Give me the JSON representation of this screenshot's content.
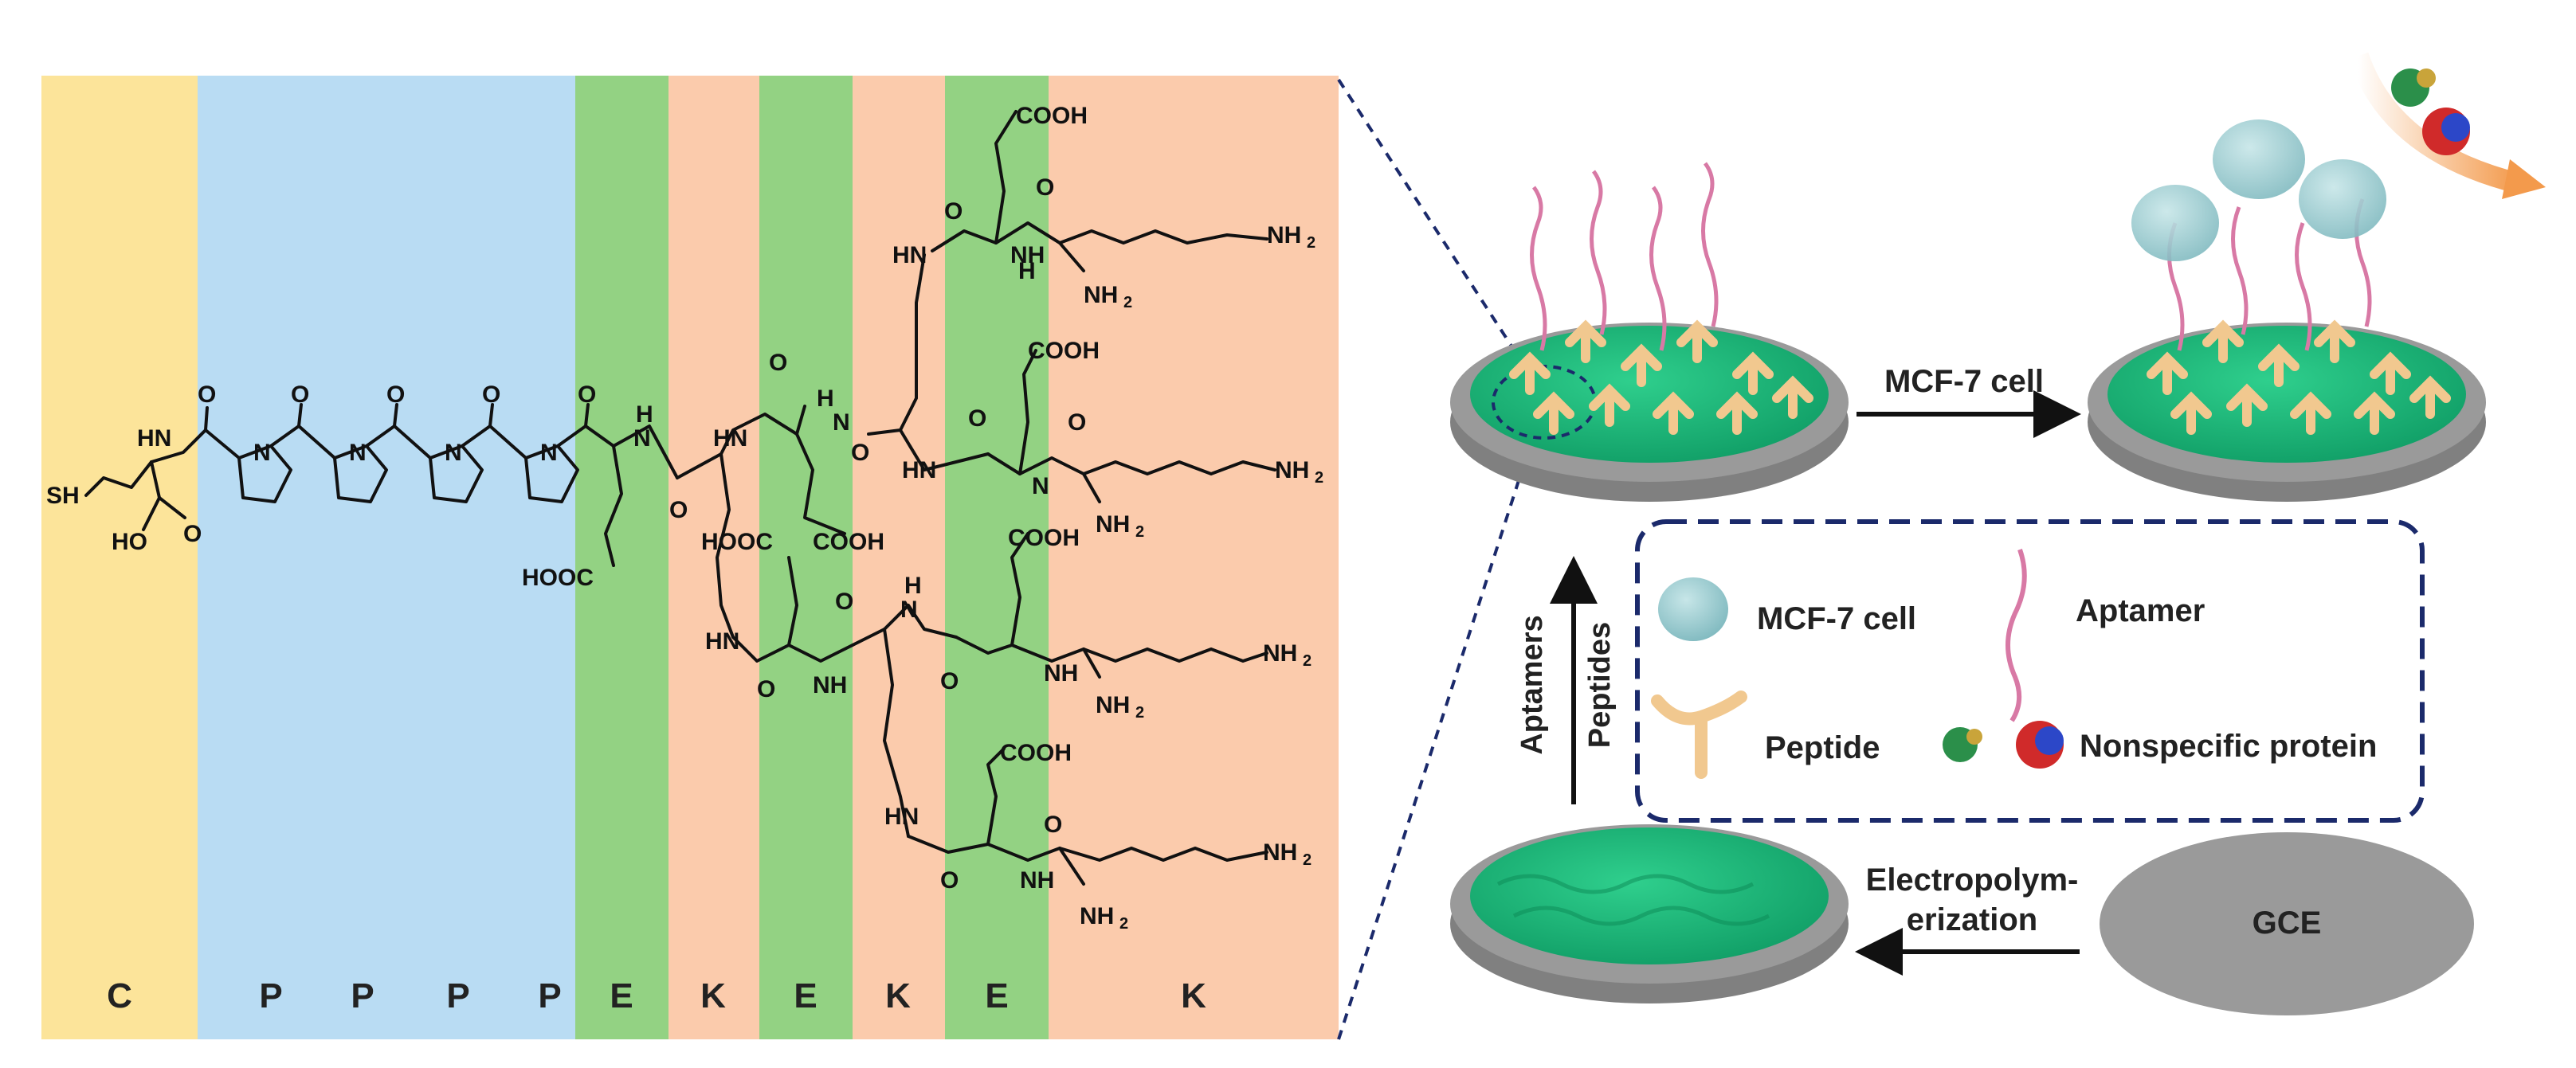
{
  "peptide_panel": {
    "residues": [
      "C",
      "P",
      "P",
      "P",
      "P",
      "E",
      "K",
      "E",
      "K",
      "E",
      "K"
    ],
    "colors": {
      "C": "#fce49a",
      "P": "#b9dcf3",
      "E": "#93d283",
      "K": "#fbcbac"
    },
    "groups": {
      "sh": "SH",
      "ho": "HO",
      "hn": "HN",
      "nh": "NH",
      "h": "H",
      "n": "N",
      "o": "O",
      "cooh": "COOH",
      "hooc": "HOOC",
      "nh2": "NH",
      "sub2": "2"
    }
  },
  "scheme": {
    "arrow_top": "MCF-7 cell",
    "arrow_bottom_line1": "Electropolym-",
    "arrow_bottom_line2": "erization",
    "arrow_left_a": "Aptamers",
    "arrow_left_b": "Peptides",
    "gce_label": "GCE"
  },
  "legend": {
    "items": [
      "MCF-7 cell",
      "Aptamer",
      "Peptide",
      "Nonspecific protein"
    ]
  },
  "colors": {
    "electrode_green": "#19b37a",
    "electrode_gray": "#9a9a9a",
    "peptide_tan": "#f1c88f",
    "cell_teal": "#8fc7cc",
    "legend_border": "#1b2a6b",
    "arrow_orange": "#f4a15a"
  }
}
